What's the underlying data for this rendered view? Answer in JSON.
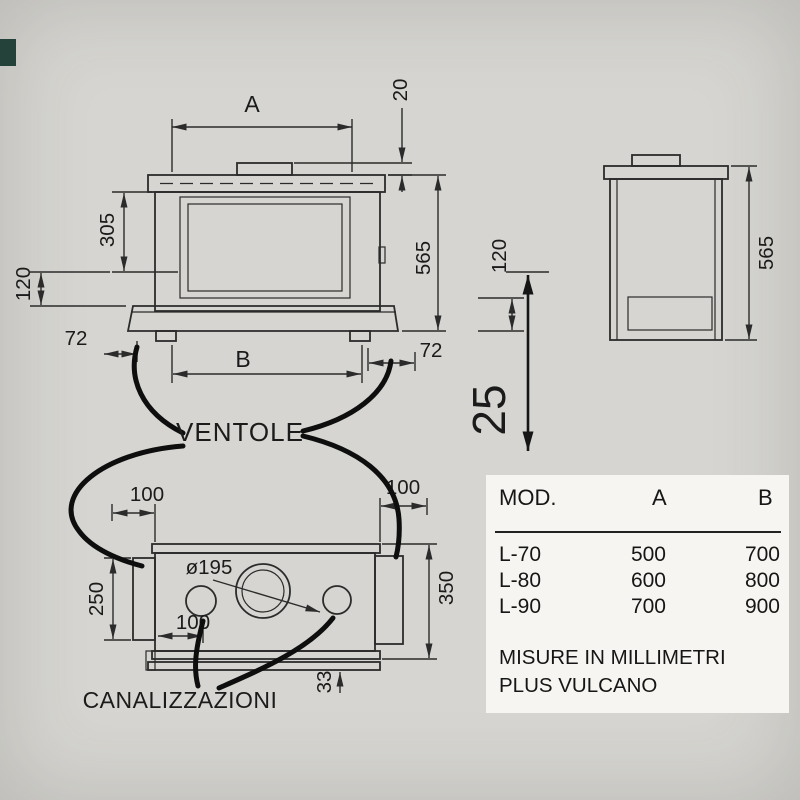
{
  "page": {
    "background": "#d6d5d1",
    "panel_background": "#f6f5f1",
    "ink": "#2b2b2b"
  },
  "annotations": {
    "ventole": "VENTOLE",
    "canalizzazioni": "CANALIZZAZIONI"
  },
  "front_view": {
    "dim_a": "A",
    "dim_20": "20",
    "dim_305": "305",
    "dim_120_left": "120",
    "dim_565": "565",
    "dim_120_right": "120",
    "dim_72_left": "72",
    "dim_b": "B",
    "dim_72_right": "72",
    "dim_25": "25"
  },
  "side_view": {
    "dim_565": "565"
  },
  "bottom_view": {
    "dim_100_left": "100",
    "dim_100_right": "100",
    "dim_250": "250",
    "dim_350": "350",
    "dim_diameter": "ø195",
    "dim_100_inner": "100",
    "dim_33": "33"
  },
  "table": {
    "headers": [
      "MOD.",
      "A",
      "B"
    ],
    "rows": [
      [
        "L-70",
        "500",
        "700"
      ],
      [
        "L-80",
        "600",
        "800"
      ],
      [
        "L-90",
        "700",
        "900"
      ]
    ],
    "notes": [
      "MISURE IN MILLIMETRI",
      "PLUS VULCANO"
    ]
  }
}
